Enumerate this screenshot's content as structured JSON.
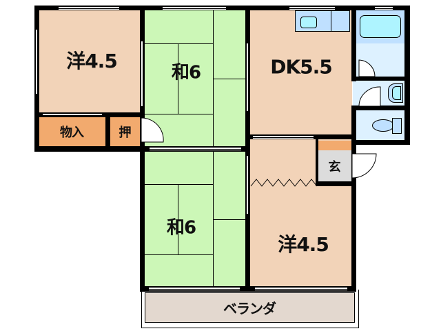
{
  "floor_plan": {
    "rooms": [
      {
        "id": "western-room-1",
        "label": "洋4.5",
        "type": "western",
        "color": "#f2d3b8"
      },
      {
        "id": "japanese-room-1",
        "label": "和6",
        "type": "tatami",
        "color": "#ccf7b7"
      },
      {
        "id": "dining-kitchen",
        "label": "DK5.5",
        "type": "dining-kitchen",
        "color": "#f2d3b8"
      },
      {
        "id": "japanese-room-2",
        "label": "和6",
        "type": "tatami",
        "color": "#ccf7b7"
      },
      {
        "id": "western-room-2",
        "label": "洋4.5",
        "type": "western",
        "color": "#f2d3b8"
      },
      {
        "id": "storage",
        "label": "物入",
        "type": "storage",
        "color": "#f2aa6e"
      },
      {
        "id": "closet",
        "label": "押",
        "type": "closet",
        "color": "#f2aa6e"
      },
      {
        "id": "entrance",
        "label": "玄",
        "type": "entrance",
        "color": "#dcdcdc"
      },
      {
        "id": "balcony",
        "label": "ベランダ",
        "type": "balcony",
        "color": "#e3d8cf"
      },
      {
        "id": "bathroom",
        "label": "",
        "type": "bath",
        "color": "#ddf1ff"
      },
      {
        "id": "washroom",
        "label": "",
        "type": "wash",
        "color": "#ddf1ff"
      },
      {
        "id": "toilet",
        "label": "",
        "type": "toilet",
        "color": "#ddf1ff"
      }
    ],
    "colors": {
      "wall": "#000000",
      "western_floor": "#f2d3b8",
      "tatami": "#ccf7b7",
      "storage": "#f2aa6e",
      "wet_area": "#ddf1ff",
      "fixture": "#bfe0ff",
      "bathtub": "#aef4ff",
      "entrance": "#dcdcdc",
      "balcony": "#e3d8cf"
    }
  }
}
